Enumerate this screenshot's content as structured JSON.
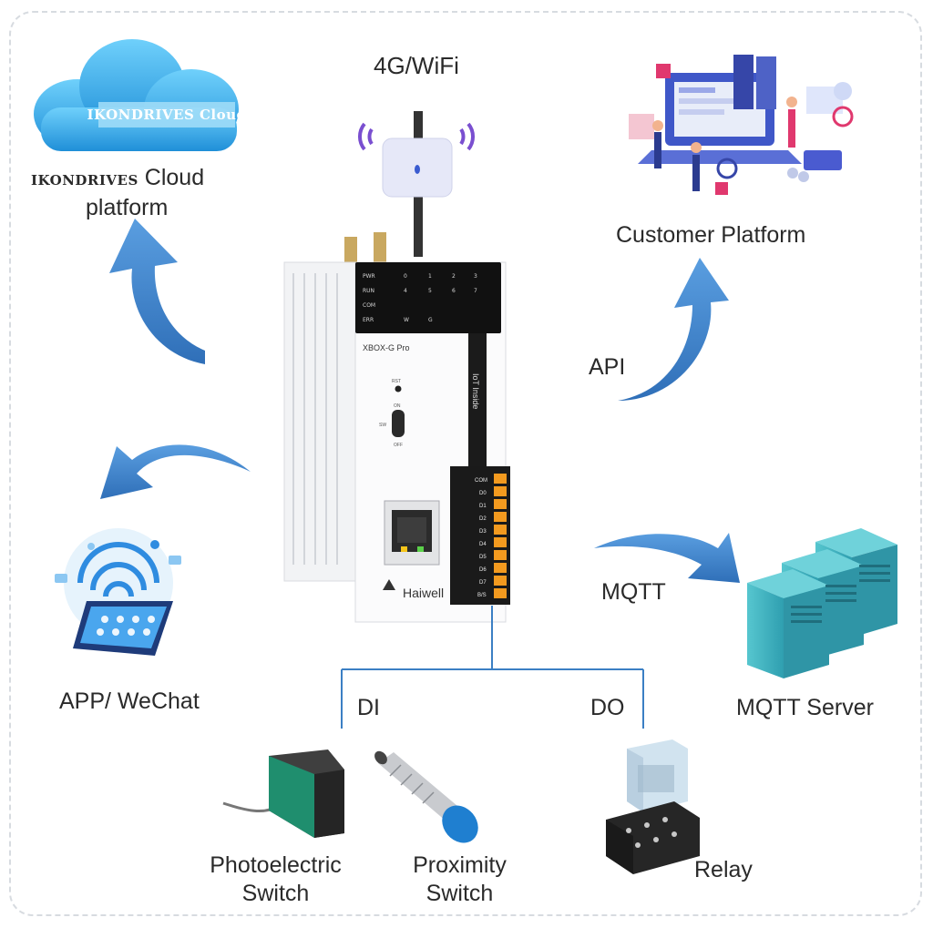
{
  "wireless_label": "4G/WiFi",
  "cloud": {
    "badge_text": "IKONDRIVES Cloud",
    "brand": "IKONDRIVES",
    "label_line1_rest": "Cloud",
    "label_line2": "platform"
  },
  "customer_platform_label": "Customer Platform",
  "api_label": "API",
  "mqtt_label": "MQTT",
  "mqtt_server_label": "MQTT Server",
  "app_label": "APP/ WeChat",
  "di_label": "DI",
  "do_label": "DO",
  "devices": {
    "photoelectric": [
      "Photoelectric",
      "Switch"
    ],
    "proximity": [
      "Proximity",
      "Switch"
    ],
    "relay": "Relay"
  },
  "gateway": {
    "model": "XBOX-G Pro",
    "brand": "Haiwell",
    "side_text": "IoT Inside",
    "led_rows": [
      [
        "PWR",
        "0",
        "1",
        "2",
        "3"
      ],
      [
        "RUN",
        "4",
        "5",
        "6",
        "7"
      ],
      [
        "COM",
        "",
        "",
        "",
        ""
      ],
      [
        "ERR",
        "W",
        "G",
        "",
        ""
      ]
    ],
    "terminals": [
      "COM",
      "D0",
      "D1",
      "D2",
      "D3",
      "D4",
      "D5",
      "D6",
      "D7",
      "B/S"
    ],
    "switch_on": "ON",
    "switch_off": "OFF",
    "rst": "RST",
    "sw": "SW"
  },
  "colors": {
    "arrow": "#4f8fd2",
    "cloud": "#2fa6e6",
    "server": "#3fb8c4"
  }
}
